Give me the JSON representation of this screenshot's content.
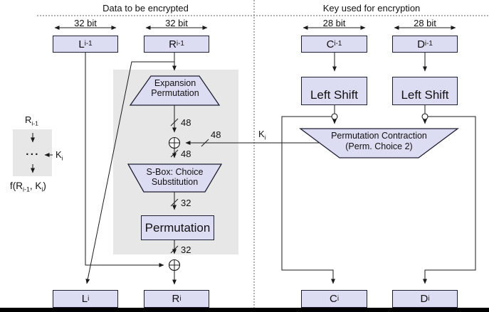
{
  "colors": {
    "box_fill": "#dcdcf2",
    "box_border": "#1e1e32",
    "backdrop": "#e7e7e7",
    "line": "#1a1a1a",
    "text": "#111111",
    "dashed": "#666666",
    "bottom_bar": "#000000"
  },
  "headers": {
    "left": "Data to be encrypted",
    "right": "Key used for encryption"
  },
  "bit_labels": {
    "l": "32 bit",
    "r": "32 bit",
    "c": "28 bit",
    "d": "28 bit"
  },
  "registers": {
    "l_prev": {
      "base": "L",
      "sub": "i-1"
    },
    "r_prev": {
      "base": "R",
      "sub": "i-1"
    },
    "c_prev": {
      "base": "C",
      "sub": "i-1"
    },
    "d_prev": {
      "base": "D",
      "sub": "i-1"
    },
    "l_next": {
      "base": "L",
      "sub": "i"
    },
    "r_next": {
      "base": "R",
      "sub": "i"
    },
    "c_next": {
      "base": "C",
      "sub": "i"
    },
    "d_next": {
      "base": "D",
      "sub": "i"
    }
  },
  "blocks": {
    "expansion": {
      "line1": "Expansion",
      "line2": "Permutation"
    },
    "sbox": {
      "line1": "S-Box: Choice",
      "line2": "Substitution"
    },
    "permutation": {
      "label": "Permutation"
    },
    "left_shift_c": {
      "label": "Left Shift"
    },
    "left_shift_d": {
      "label": "Left Shift"
    },
    "perm_contraction": {
      "line1": "Permutation Contraction",
      "line2": "(Perm. Choice 2)"
    }
  },
  "wire_labels": {
    "expansion_out": "48",
    "key_in": "48",
    "xor_out": "48",
    "sbox_out": "32",
    "perm_out": "32"
  },
  "key_label": {
    "base": "K",
    "sub": "i"
  },
  "legend": {
    "input": {
      "base": "R",
      "sub": "i-1"
    },
    "dots": "···",
    "key": {
      "base": "K",
      "sub": "i"
    },
    "f": {
      "p0": "f(R",
      "p1": "i-1",
      "p2": ", K",
      "p3": "i",
      "p4": ")"
    }
  }
}
